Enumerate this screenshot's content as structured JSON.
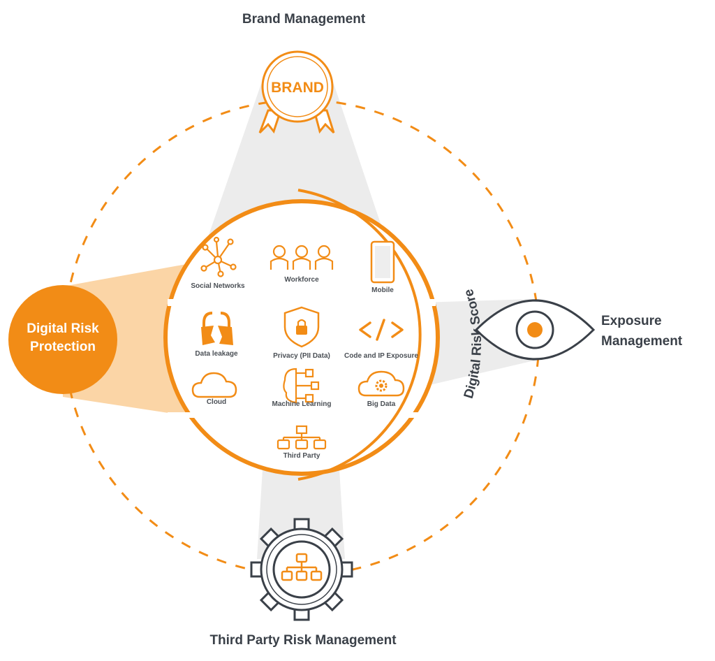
{
  "colors": {
    "accent": "#f28c16",
    "dark": "#3a4048",
    "beam": "#ececec",
    "beam_orange": "#fbd5a6"
  },
  "pillars": {
    "brand": {
      "title": "Brand Management",
      "badge": "BRAND",
      "icon": "award-ribbon-icon"
    },
    "exposure": {
      "title_line1": "Exposure",
      "title_line2": "Management",
      "icon": "eye-icon"
    },
    "third_party": {
      "title": "Third Party Risk Management",
      "icon": "gear-hierarchy-icon"
    },
    "drp": {
      "title_line1": "Digital Risk",
      "title_line2": "Protection"
    }
  },
  "score_label": "Digital Risk Score",
  "items": {
    "social": {
      "label": "Social Networks",
      "icon": "network-nodes-icon"
    },
    "workforce": {
      "label": "Workforce",
      "icon": "people-icon"
    },
    "mobile": {
      "label": "Mobile",
      "icon": "mobile-phone-icon"
    },
    "data_leakage": {
      "label": "Data leakage",
      "icon": "broken-lock-icon"
    },
    "privacy": {
      "label": "Privacy (PII Data)",
      "icon": "shield-lock-icon"
    },
    "code": {
      "label": "Code and IP Exposure",
      "icon": "code-brackets-icon"
    },
    "cloud": {
      "label": "Cloud",
      "icon": "cloud-icon"
    },
    "ml": {
      "label": "Machine Learning",
      "icon": "brain-circuit-icon"
    },
    "big_data": {
      "label": "Big Data",
      "icon": "cloud-gear-icon"
    },
    "third_party": {
      "label": "Third Party",
      "icon": "org-chart-icon"
    }
  }
}
